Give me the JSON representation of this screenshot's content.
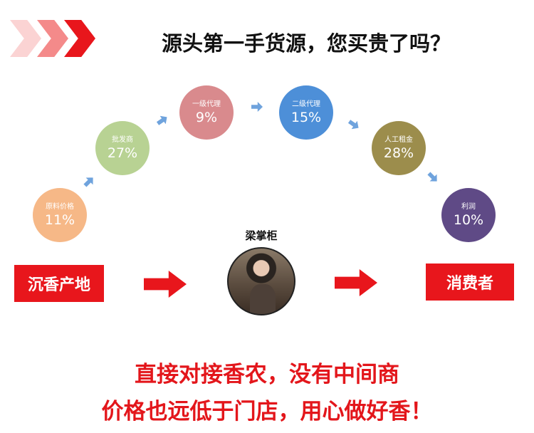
{
  "header": {
    "title": "源头第一手货源，您买贵了吗？"
  },
  "chain": [
    {
      "label": "原料价格",
      "percent": "11%",
      "color": "#f6b887"
    },
    {
      "label": "批发商",
      "percent": "27%",
      "color": "#b8d293"
    },
    {
      "label": "一级代理",
      "percent": "9%",
      "color": "#d98a8d"
    },
    {
      "label": "二级代理",
      "percent": "15%",
      "color": "#4d8fd8"
    },
    {
      "label": "人工租金",
      "percent": "28%",
      "color": "#9c8d4c"
    },
    {
      "label": "利润",
      "percent": "10%",
      "color": "#5f4a86"
    }
  ],
  "flow": {
    "origin": "沉香产地",
    "seller_name": "梁掌柜",
    "consumer": "消费者"
  },
  "slogan": {
    "line1": "直接对接香农，没有中间商",
    "line2": "价格也远低于门店，用心做好香！"
  }
}
